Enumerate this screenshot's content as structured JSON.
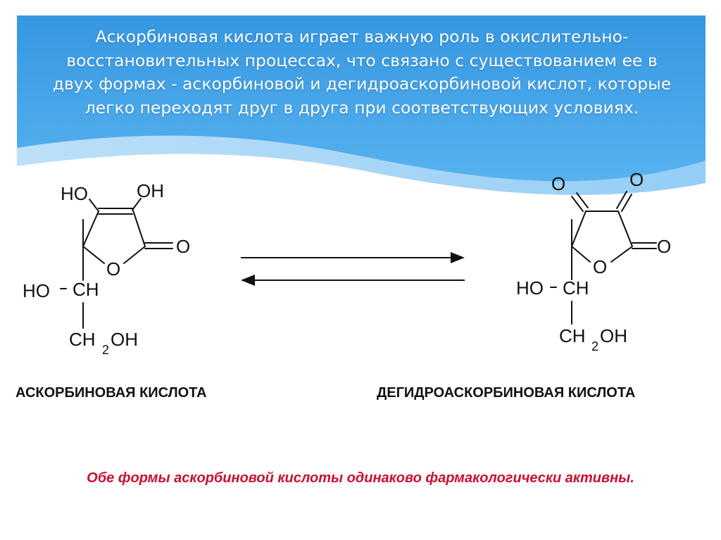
{
  "slide": {
    "intro_text": "Аскорбиновая кислота играет важную роль в окислительно-восстановительных процессах, что связано с существованием ее в двух формах - аскорбиновой и дегидроаскорбиновой кислот, которые легко переходят друг в друга при соответствующих условиях.",
    "colors": {
      "header_blue": "#3b9ee6",
      "note_red": "#c8102e"
    }
  },
  "ascorbic": {
    "ho_top": "HO",
    "oh_top": "OH",
    "carbonyl_o": "O",
    "ring_o": "O",
    "side_ho": "HO",
    "side_ch": "CH",
    "ch2_ch": "CH",
    "ch2_sub": "2",
    "ch2_oh": "OH",
    "name": "АСКОРБИНОВАЯ КИСЛОТА"
  },
  "dehydro": {
    "keto_o_left": "O",
    "keto_o_right": "O",
    "carbonyl_o": "O",
    "ring_o": "O",
    "side_ho": "HO",
    "side_ch": "CH",
    "ch2_ch": "CH",
    "ch2_sub": "2",
    "ch2_oh": "OH",
    "name": "ДЕГИДРОАСКОРБИНОВАЯ КИСЛОТА"
  },
  "footer": {
    "note": "Обе формы аскорбиновой кислоты одинаково фармакологически активны."
  }
}
